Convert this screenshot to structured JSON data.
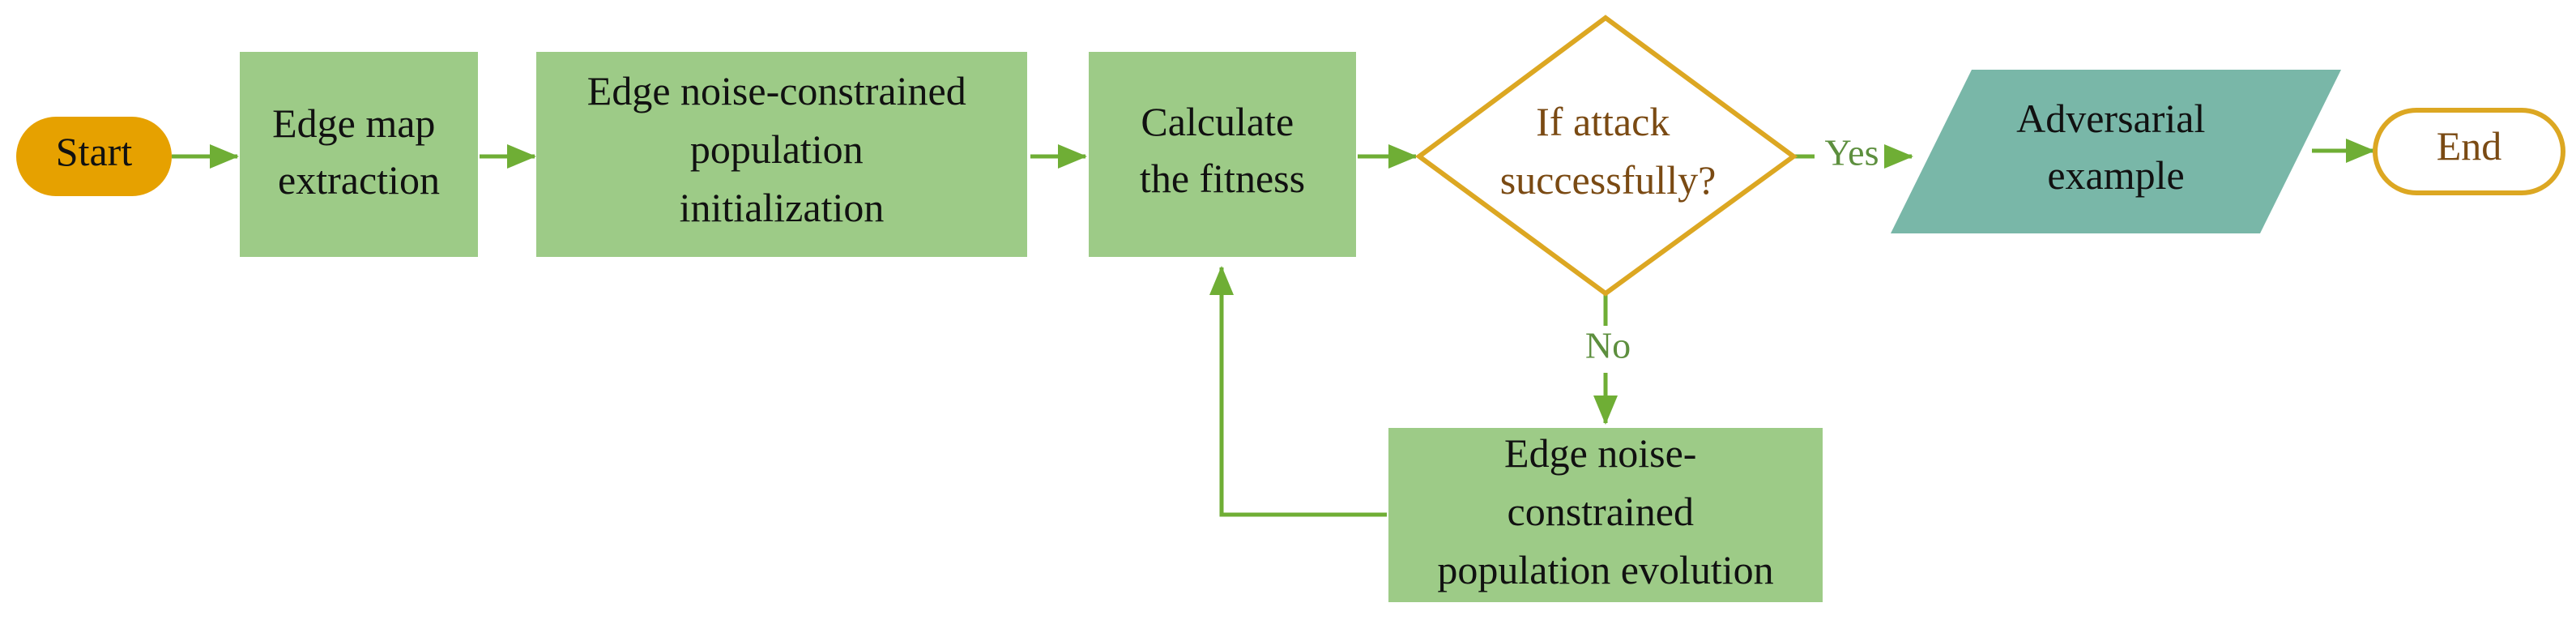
{
  "colors": {
    "process_fill": "#9dcb87",
    "start_fill": "#e6a100",
    "decision_stroke": "#dca722",
    "io_fill": "#79b7a8",
    "arrow": "#6fae35",
    "text_dark": "#111111",
    "text_brown": "#7a4a13",
    "text_green": "#5d8f3e"
  },
  "nodes": {
    "start": {
      "lines": [
        "Start"
      ]
    },
    "edge_map": {
      "lines": [
        "Edge map",
        "extraction"
      ]
    },
    "pop_init": {
      "lines": [
        "Edge noise-constrained",
        "population",
        "initialization"
      ]
    },
    "fitness": {
      "lines": [
        "Calculate",
        "the fitness"
      ]
    },
    "decision": {
      "lines": [
        "If attack",
        "successfully?"
      ]
    },
    "adversarial": {
      "lines": [
        "Adversarial",
        "example"
      ]
    },
    "end": {
      "lines": [
        "End"
      ]
    },
    "evolution": {
      "lines": [
        "Edge noise-",
        "constrained",
        "population evolution"
      ]
    }
  },
  "edges": {
    "yes_label": "Yes",
    "no_label": "No"
  }
}
